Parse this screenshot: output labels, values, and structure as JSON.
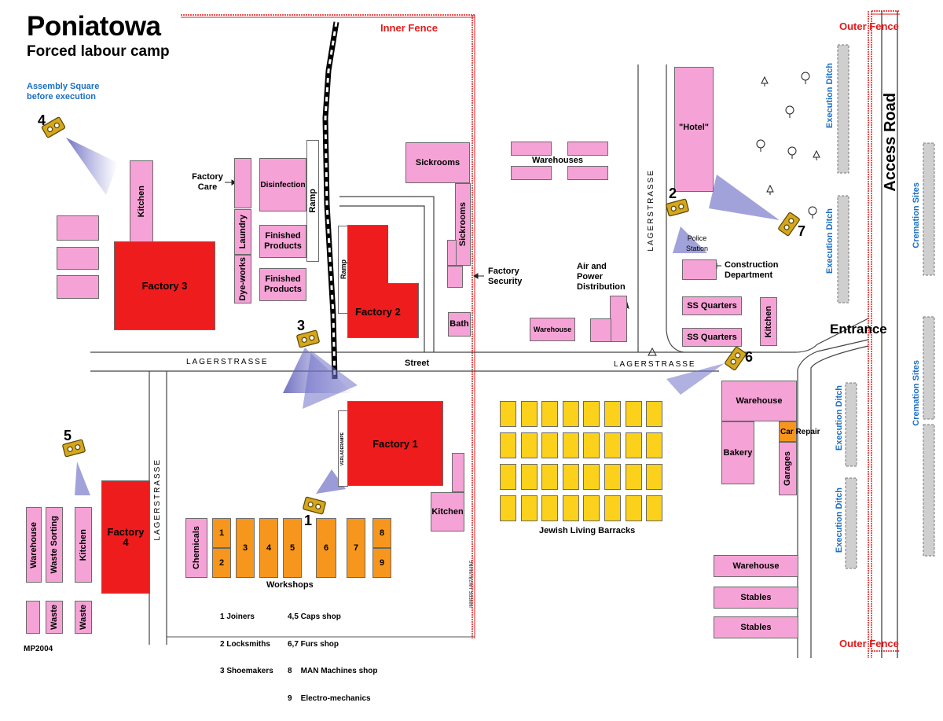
{
  "header": {
    "title": "Poniatowa",
    "subtitle": "Forced labour camp",
    "assembly_line1": "Assembly Square",
    "assembly_line2": "before execution"
  },
  "credit": "MP2004",
  "fences": {
    "inner": "Inner Fence",
    "outer_top": "Outer Fence",
    "outer_bottom": "Outer Fence"
  },
  "roads": {
    "lagerstrasse": "LAGERSTRASSE",
    "street": "Street",
    "access_road": "Access Road",
    "entrance": "Entrance",
    "verladerampe": "VERLADERAMPE",
    "innere_umzaeunung": "INNERE UMZÄUNUNG"
  },
  "buildings": {
    "kitchen": "Kitchen",
    "factory3": "Factory 3",
    "factory2": "Factory 2",
    "factory1": "Factory 1",
    "factory4": "Factory 4",
    "factory_care": "Factory Care",
    "laundry": "Laundry",
    "dye_works": "Dye-works",
    "disinfection": "Disinfection",
    "finished_products": "Finished Products",
    "ramp": "Ramp",
    "sickrooms": "Sickrooms",
    "bath": "Bath",
    "factory_security": "Factory Security",
    "warehouses": "Warehouses",
    "warehouse": "Warehouse",
    "air_power": "Air and Power Distribution",
    "hotel": "\"Hotel\"",
    "police_station": "Police Station",
    "construction": "Construction Department",
    "ss_quarters": "SS Quarters",
    "bakery": "Bakery",
    "car_repair": "Car Repair",
    "garages": "Garages",
    "stables": "Stables",
    "jewish_barracks": "Jewish Living Barracks",
    "chemicals": "Chemicals",
    "workshops": "Workshops",
    "waste_sorting": "Waste Sorting",
    "waste": "Waste"
  },
  "workshop_numbers": [
    "1",
    "2",
    "3",
    "4",
    "5",
    "6",
    "7",
    "8",
    "9"
  ],
  "legend": {
    "col1": [
      "1 Joiners",
      "2 Locksmiths",
      "3 Shoemakers"
    ],
    "col2": [
      "4,5 Caps shop",
      "6,7 Furs shop",
      "8    MAN Machines shop",
      "9    Electro-mechanics"
    ]
  },
  "ditches": {
    "label": "Execution Ditch",
    "cremation": "Cremation Sites"
  },
  "cameras": [
    "1",
    "2",
    "3",
    "4",
    "5",
    "6",
    "7"
  ],
  "colors": {
    "pink": "#f5a3d6",
    "red": "#ee1c1c",
    "orange": "#f7961d",
    "yellow": "#fcd11b",
    "fence_red": "#e01b1b",
    "label_blue": "#1b6fc4",
    "camera": "#d4a71e",
    "view_cone": "#6e6ec8"
  },
  "icons": [
    "camera-icon",
    "tree-icon",
    "triangle-marker-icon",
    "arrow-icon"
  ]
}
